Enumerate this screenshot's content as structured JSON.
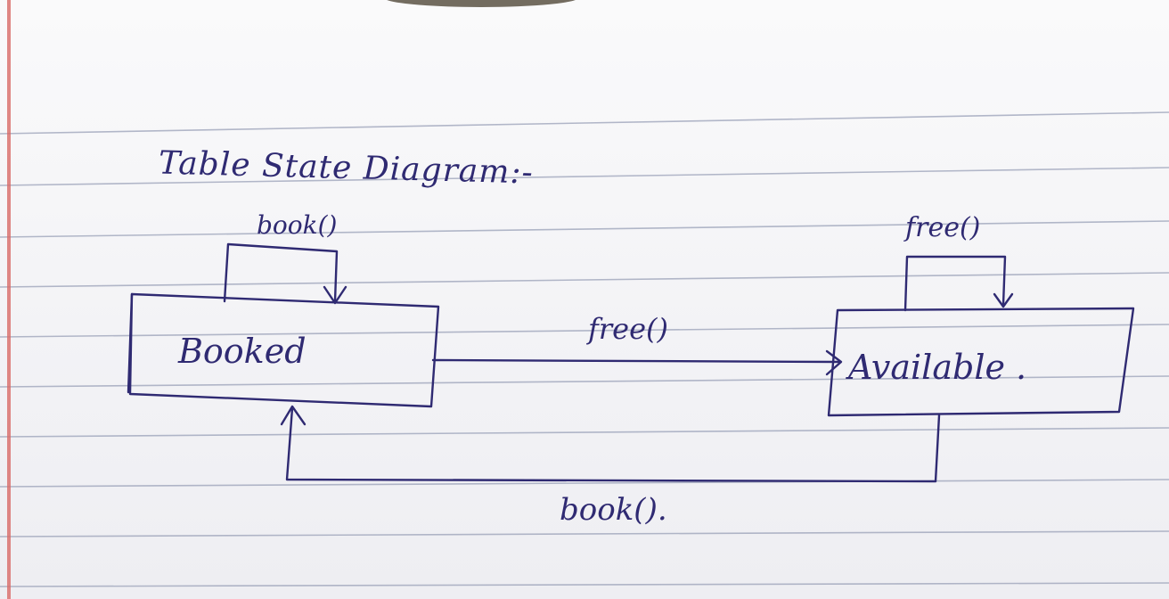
{
  "title": "Table State Diagram:-",
  "states": {
    "booked": "Booked",
    "available": "Available ."
  },
  "transitions": {
    "booked_self": "book()",
    "available_self": "free()",
    "booked_to_available": "free()",
    "available_to_booked": "book()."
  },
  "colors": {
    "ink": "#2f2a72",
    "paper": "#f6f6f8",
    "rule_line": "#9aa1b8",
    "margin_line": "#d86a66"
  }
}
